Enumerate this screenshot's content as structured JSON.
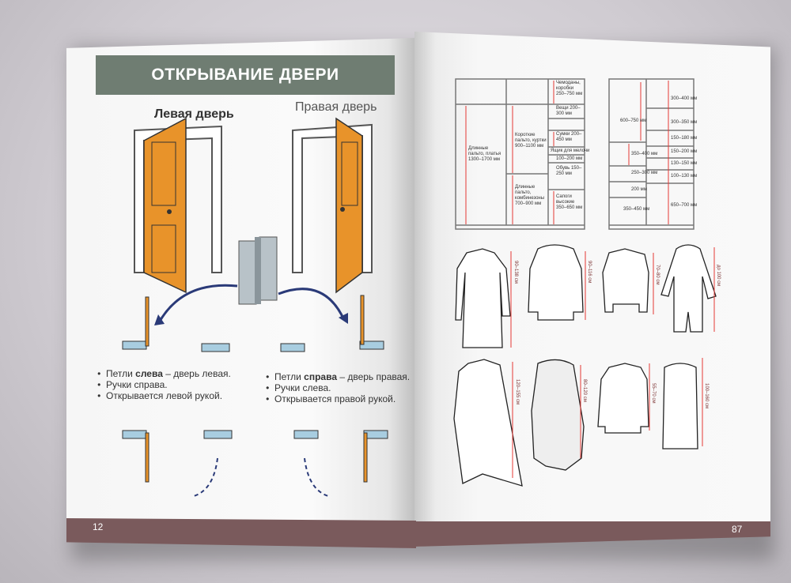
{
  "left_page": {
    "title": "ОТКРЫВАНИЕ ДВЕРИ",
    "left_door_label": "Левая дверь",
    "right_door_label": "Правая дверь",
    "left_bullets": {
      "b1_pre": "Петли ",
      "b1_bold": "слева",
      "b1_post": " – дверь левая.",
      "b2": "Ручки справа.",
      "b3": "Открывается левой рукой."
    },
    "right_bullets": {
      "b1_pre": "Петли ",
      "b1_bold": "справа",
      "b1_post": " – дверь правая.",
      "b2": "Ручки слева.",
      "b3": "Открывается правой рукой."
    },
    "page_number": "12"
  },
  "right_page": {
    "wardrobe1": [
      "Чемоданы, коробки 250–750 мм",
      "Вещи 200–300 мм",
      "Сумки 200–450 мм",
      "Ящик для мелочи",
      "100–200 мм",
      "Обувь 150–250 мм",
      "Сапоги высокие 350–650 мм",
      "Длинные пальто, платья 1300–1700 мм",
      "Короткие пальто, куртки 900–1100 мм",
      "Длинные пальто, комбинезоны 700–900 мм"
    ],
    "wardrobe2": [
      "600–750 мм",
      "350–400 мм",
      "250–300 мм",
      "200 мм",
      "350–450 мм",
      "300–400 мм",
      "300–350 мм",
      "150–180 мм",
      "150–200 мм",
      "130–150 мм",
      "100–130 мм",
      "650–700 мм"
    ],
    "garments": [
      "90–138 см",
      "90–116 см",
      "70–80 см",
      "до 100 см",
      "120–155 см",
      "80–120 см",
      "55–70 см",
      "100–160 см"
    ],
    "page_number": "87"
  },
  "colors": {
    "banner": "#6f7d72",
    "door": "#e8932a",
    "footer": "#7a5a5c",
    "arrow": "#2a3a78",
    "measure": "#e53935"
  }
}
